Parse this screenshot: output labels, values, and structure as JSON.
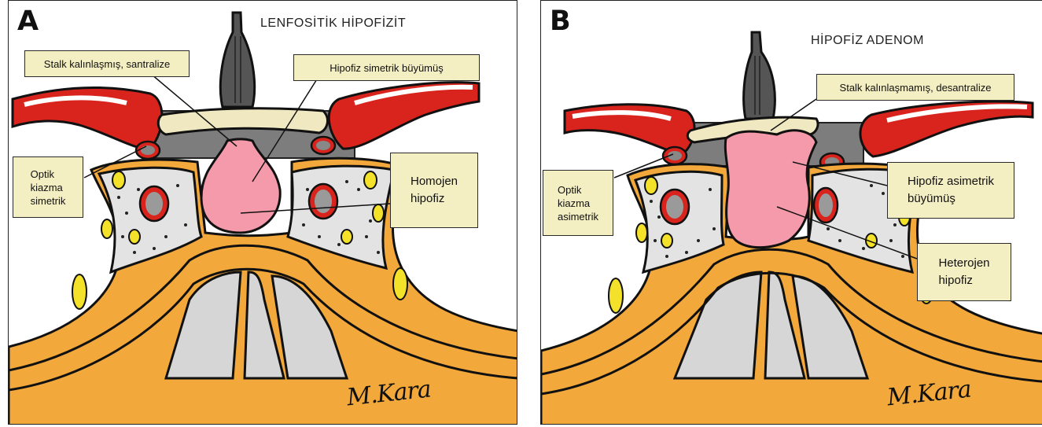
{
  "panel_a": {
    "letter": "A",
    "title": "LENFOSİTİK HİPOFİZİT",
    "labels": {
      "stalk": "Stalk kalınlaşmış, santralize",
      "pituitary_growth": "Hipofiz simetrik büyümüş",
      "optic": "Optik\nkiazma\nsimetrik",
      "texture": "Homojen\nhipofiz"
    },
    "signature": "M.Kara"
  },
  "panel_b": {
    "letter": "B",
    "title": "HİPOFİZ ADENOM",
    "labels": {
      "stalk": "Stalk kalınlaşmamış, desantralize",
      "pituitary_growth": "Hipofiz asimetrik\nbüyümüş",
      "optic": "Optik\nkiazma\nasimetrik",
      "texture": "Heterojen\nhipofiz"
    },
    "signature": "M.Kara"
  },
  "colors": {
    "artery_red": "#d8241c",
    "bone_orange": "#f2a83a",
    "cavernous_grey": "#e3e3e3",
    "pituitary_pink": "#f59aaa",
    "optic_cream": "#efe8c0",
    "label_fill": "#f4eec3",
    "yellow_nerve": "#f4e22a"
  }
}
